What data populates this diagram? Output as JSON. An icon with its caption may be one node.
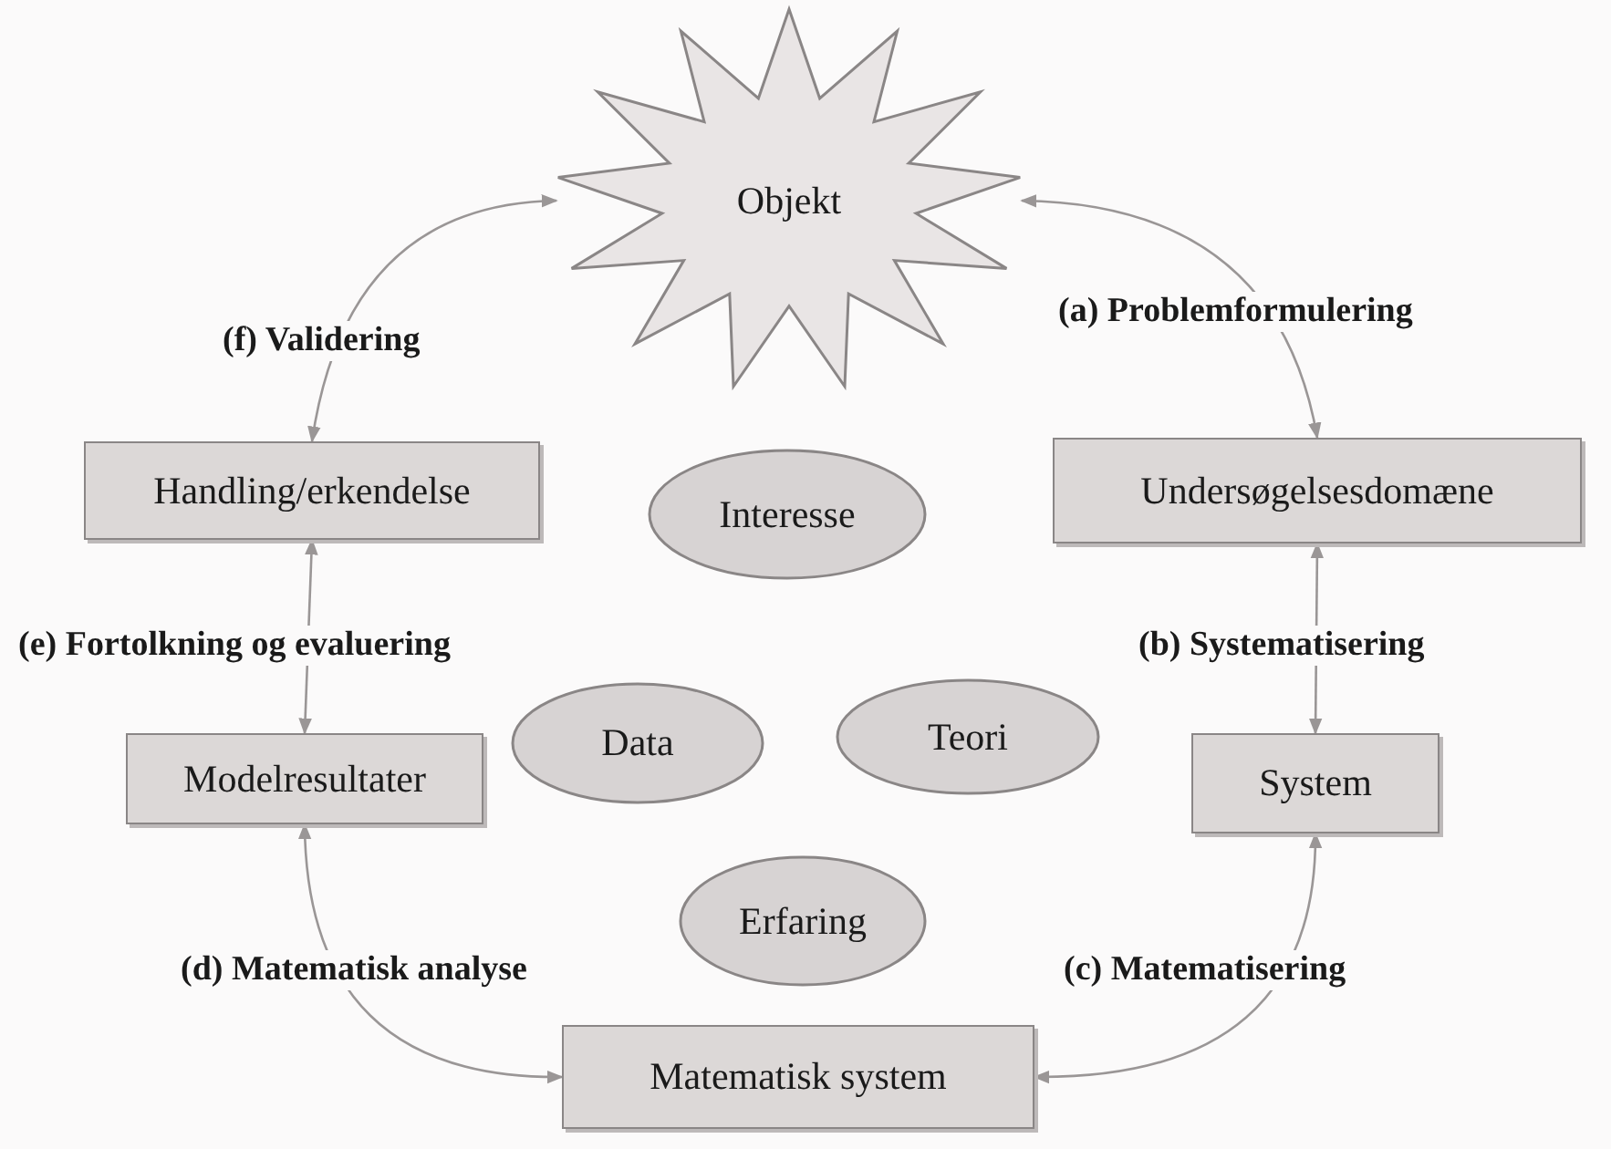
{
  "diagram": {
    "nodes": [
      {
        "text": [
          "Objekt"
        ]
      },
      {
        "text": [
          "Handling/erkendelse"
        ]
      },
      {
        "text": [
          "Interesse"
        ]
      },
      {
        "text": [
          "Undersøgelsesdomæne"
        ]
      },
      {
        "text": [
          "Modelresultater"
        ]
      },
      {
        "text": [
          "Data"
        ]
      },
      {
        "text": [
          "Teori"
        ]
      },
      {
        "text": [
          "System"
        ]
      },
      {
        "text": [
          "Erfaring"
        ]
      },
      {
        "text": [
          "Matematisk system"
        ]
      }
    ],
    "edges": [
      {
        "from": 0,
        "to": 3,
        "arrow": "both",
        "label": "(a) Problemformulering"
      },
      {
        "from": 3,
        "to": 7,
        "arrow": "both",
        "label": "(b) Systematisering"
      },
      {
        "from": 7,
        "to": 9,
        "arrow": "both",
        "label": "(c) Matematisering"
      },
      {
        "from": 9,
        "to": 4,
        "arrow": "both",
        "label": "(d) Matematisk analyse"
      },
      {
        "from": 4,
        "to": 1,
        "arrow": "both",
        "label": "(e) Fortolkning og evaluering"
      },
      {
        "from": 1,
        "to": 0,
        "arrow": "both",
        "label": "(f) Validering"
      }
    ]
  }
}
